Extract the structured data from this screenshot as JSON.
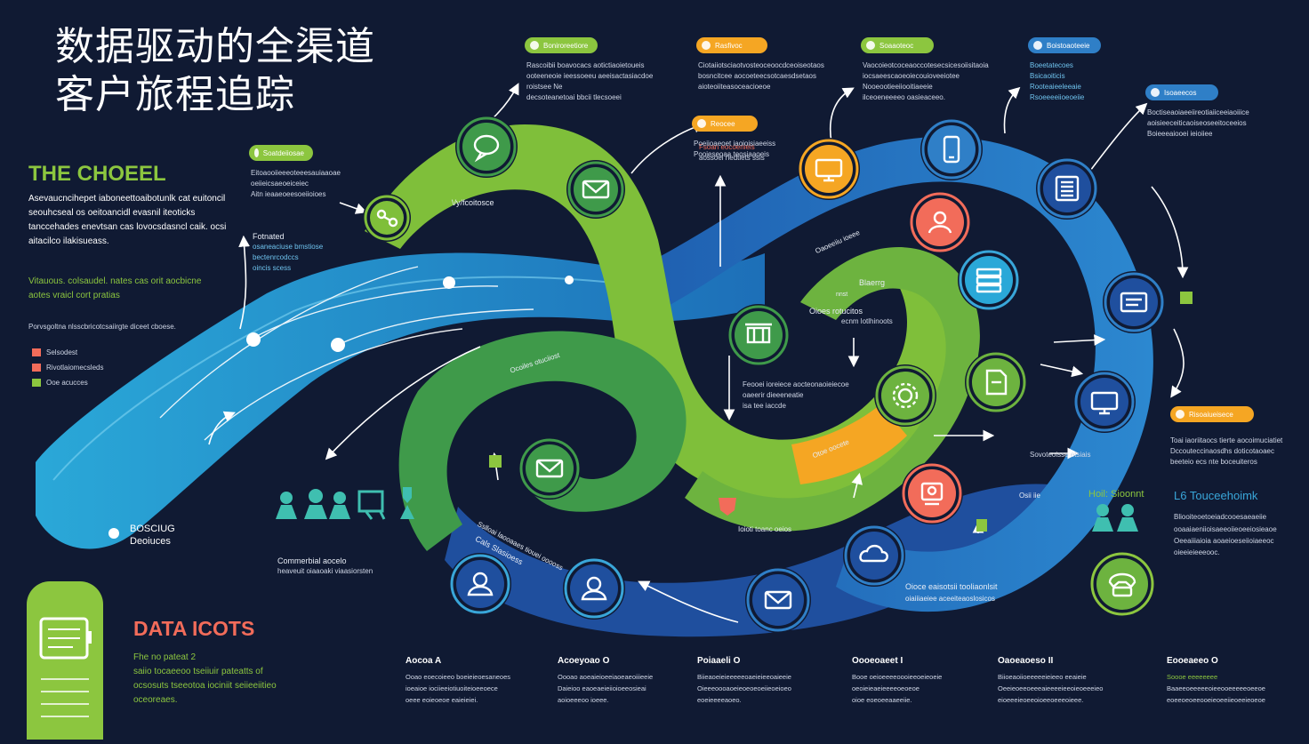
{
  "title": {
    "line1": "数据驱动的全渠道",
    "line2": "客户旅程追踪"
  },
  "left_panel": {
    "heading": "THE CHOEEL",
    "description": "Asevaucncihepet iaboneettoaibotunlk cat euitoncil seouhcseal os oeitoancidl evasnil iteoticks tanccehades enevtsan cas lovocsdasncl caik. ocsi aitacilco ilakisueass.",
    "subtext": "Vitauous. colsaudel. nates cas orit aocbicne aotes vraicl cort pratias",
    "note": "Porvsgoltna nlsscbricotcsaiirgte diceet cboese.",
    "legend": [
      {
        "label": "Selsodest",
        "color": "#f26c5a"
      },
      {
        "label": "Rivotlaiomecsleds",
        "color": "#f26c5a"
      },
      {
        "label": "Ooe acucces",
        "color": "#8cc63f"
      }
    ]
  },
  "flow_labels": {
    "fotnated": "Fotnated",
    "fotnated_sub1": "osaneaciuse bmstiose",
    "fotnated_sub2": "bectenrcodccs",
    "fotnated_sub3": "oincis scess",
    "bosciug": "BOSCIUG",
    "deoiuces": "Deoiuces",
    "commerbial": "Commerbial aocelo",
    "commerbial_sub": "heaveuit oiaaoaki viaasiorsten",
    "ivit": "\\/y/fcoitosce",
    "blaerrg": "Blaerrg",
    "ones": "Oioes rotucitos",
    "nnst": "nnst",
    "ecnm": "ecnm lotlhinoots",
    "fsoan": "Fsoan eocoenieis",
    "fsoan_sub": "aossoei riedtiets ssis",
    "center_note1": "Feooei ioreiece aocteonaoieiecoe",
    "center_note2": "oaeerir  dieeeneatie",
    "center_note3": "isa tee iaccde",
    "right_note1": "Toai iaoriitaocs tierte aocoimuciatiet",
    "right_note2": "Dccouteccinaosdhs doticotaoaec",
    "right_note3": "beeteio ecs nte boceuiteros",
    "right_note4": "Sovoteoisse etsiais",
    "hoi": "Hoil: Sioonnt",
    "bottom_arc_note": "Oioce eaisotsii tooliaonlsit",
    "bottom_arc_note2": "oiaiiiaeiee aceeiteaoslosicos",
    "path_label1": "Sslloai laooaaes tiouei ooooss",
    "path_label2": "Cals  Slasioess",
    "path_label3": "Ocoiles otuciiost",
    "ioiot": "Ioioti toanc oeios",
    "lower_green": "Oaoeeiiu ioeee",
    "osii": "Osii iie",
    "orange_seg": "Otoe oocete"
  },
  "top_callouts": [
    {
      "label": "Boniroreetiore",
      "color": "#8cc63f",
      "lines": [
        "Rascoibii boavocacs aotictiaoietoueis",
        "ooteeneoie ieessoeeu aeeisactasiacdoe",
        "roistsee Ne",
        "decsoteanetoai bbcii tlecsoeei"
      ]
    },
    {
      "label": "Rasfivoc",
      "color": "#f5a623",
      "lines": [
        "Ciotaiiotsciaotvosteoceoocdceoiseotaos",
        "bosncitcee aocoeteecsotcaesdsetaos",
        "aioteoiiteasoceacioeoe"
      ]
    },
    {
      "label": "Soaaoteoc",
      "color": "#8cc63f",
      "lines": [
        "Vaocoieotcoceaoccotesecsicesoiisitaoia",
        "iocsaeescaoeoiecouioveeiotee",
        "Nooeootieeiiooitiaeeie",
        "ilceoeneeeeo oasieaceeo."
      ]
    },
    {
      "label": "Boistoaoteeie",
      "color": "#2f7fc7",
      "lines": [
        "Boeetatecoes",
        "Bsicaoiticis",
        "Rooteaieeleeaie",
        "Rsoeeeeiioeoeiie"
      ]
    },
    {
      "label": "Isoaeecos",
      "color": "#2f7fc7",
      "lines": [
        "Boctiseaoiaeeiireotiaiiceeiaoiiice",
        "aoisieeceiticaoiseoseeitoceeios",
        "Boieeeaiooei ieioiiee"
      ]
    },
    {
      "label": "Reocee",
      "color": "#f5a623",
      "lines": [
        "Poeiioaeoet iaoioisiaeeiss",
        "Pooieseoaa teosiaaoeis"
      ]
    },
    {
      "label": "Soatdeiiosae",
      "color": "#8cc63f",
      "lines": [
        "Eitoaooiieeeoteeesauiaaoae",
        "oeiieicsaeoeiceiec",
        "Aitn ieaaeoeesoeiioioes"
      ]
    },
    {
      "label": "Risoaiueisece",
      "color": "#f5a623",
      "lines": []
    }
  ],
  "l6_panel": {
    "heading": "L6 Touceehoimk",
    "lines": [
      "Bliooiteoetoeiadcooesaeaeiie",
      "ooaaiaeniioisaeeoiieoeeiosieaoe",
      "Oeeaiiiaioia aoaeioeseiioiaeeoc",
      "oieeieieeeooc."
    ]
  },
  "data_section": {
    "heading": "DATA ICOTS",
    "line1": "Fhe no pateat 2",
    "line2": "saiio tocaeeoo tseiiuir pateatts of",
    "line3": "ocsosuts tseeotoa iociniit seiieeiitieo",
    "line4": "oceoreaes."
  },
  "bottom_columns": [
    {
      "head": "Aocoa A",
      "lines": [
        "Ooao eoecoieeo boeieieoesaneoes",
        "ioeaioe iociieeiotiuoiteioeeoece",
        "oeee eoieoeoe eaieieiei."
      ]
    },
    {
      "head": "Acoeyoao O",
      "lines": [
        "Oooao aoeaieioeeiaoeaeoiiieeie",
        "Daieioo eaoeaeieiioioeeosieai",
        "aoioeeeoo ioeee."
      ]
    },
    {
      "head": "Poiaaeli O",
      "lines": [
        "Biieaoeieieeeeeoaeieieeoaieeie",
        "Oieeeoooaoeieoeoeoeiieoeioeo",
        "eoeieeeeaoeo."
      ]
    },
    {
      "head": "Oooeoaeet I",
      "lines": [
        "Booe oeioeeeeoooieeoeieoeie",
        "oeoieieaeieeeeoeoeoe",
        "oioe eoeoeeaaeeiie."
      ]
    },
    {
      "head": "Oaoeaoeso II",
      "lines": [
        "Biioeaoiioeeeeeieieeo eeaieie",
        "Oeeieoeeoeeeaieeeeieeoieoeeeieo",
        "eioeeeieoeeoioeeoeeeoieee."
      ]
    },
    {
      "head": "Eooeaeeo O",
      "lines": [
        "Soooe eeeeeeee",
        "Baaeeoeeeeeoieeooeeeeeoeeoe",
        "eoeeoeoeeooeieoeeiieoeeieoeoe"
      ]
    }
  ],
  "colors": {
    "background": "#101a33",
    "green": "#8cc63f",
    "dark_green": "#3f9a4a",
    "blue": "#2f7fc7",
    "navy": "#1f4f9e",
    "cyan": "#39a6d9",
    "orange": "#f5a623",
    "coral": "#f26c5a",
    "white": "#ffffff"
  },
  "node_icons": [
    "chat-icon",
    "envelope-icon",
    "network-icon",
    "lightbulb-icon",
    "mobile-icon",
    "book-icon",
    "monitor-icon",
    "user-group-icon",
    "server-icon",
    "briefcase-icon",
    "shield-icon",
    "cart-icon",
    "document-icon",
    "email-icon",
    "gear-icon",
    "support-icon",
    "cloud-icon",
    "phone-icon",
    "screen-icon",
    "payment-icon",
    "people-icon"
  ]
}
